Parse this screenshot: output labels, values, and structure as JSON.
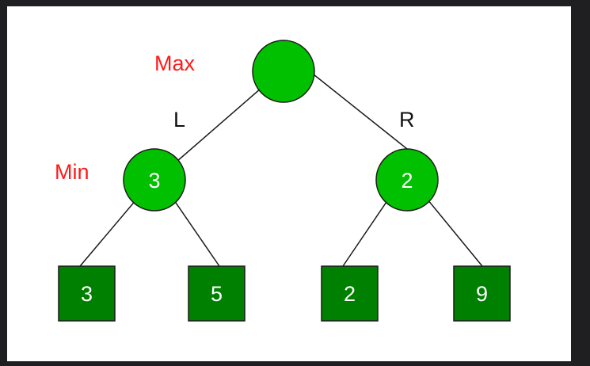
{
  "diagram": {
    "labels": {
      "max": "Max",
      "min": "Min",
      "left": "L",
      "right": "R"
    },
    "nodes": {
      "root": "",
      "left_min": "3",
      "right_min": "2",
      "leaf_1": "3",
      "leaf_2": "5",
      "leaf_3": "2",
      "leaf_4": "9"
    },
    "colors": {
      "circle_fill": "#00c000",
      "square_fill": "#008000",
      "edge": "#1a1a1a",
      "label_red": "#ff1a1a",
      "label_dark": "#111111",
      "node_text": "#ffffff",
      "background": "#ffffff",
      "frame": "#1f1f22"
    }
  }
}
